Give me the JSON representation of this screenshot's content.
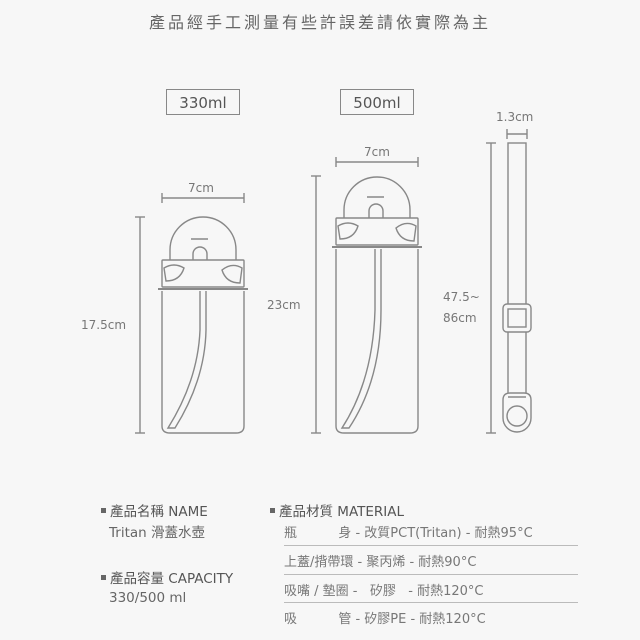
{
  "header": {
    "note": "產品經手工測量有些許誤差請依實際為主"
  },
  "diagram": {
    "small_bottle": {
      "capacity_label": "330ml",
      "width_label": "7cm",
      "height_label": "17.5cm"
    },
    "large_bottle": {
      "capacity_label": "500ml",
      "width_label": "7cm",
      "height_label": "23cm"
    },
    "strap": {
      "width_label": "1.3cm",
      "length_label_line1": "47.5~",
      "length_label_line2": "86cm"
    }
  },
  "specs": {
    "name": {
      "heading": "產品名稱 NAME",
      "value": "Tritan 滑蓋水壺"
    },
    "capacity": {
      "heading": "產品容量 CAPACITY",
      "value": "330/500 ml"
    },
    "material": {
      "heading": "產品材質  MATERIAL",
      "rows": [
        {
          "part": "瓶          身",
          "text": "瓶          身 - 改質PCT(Tritan) - 耐熱95°C"
        },
        {
          "part": "上蓋/揹帶環",
          "text": "上蓋/揹帶環 - 聚丙烯 - 耐熱90°C"
        },
        {
          "part": "吸嘴 / 墊圈",
          "text": "吸嘴 / 墊圈 -   矽膠   - 耐熱120°C"
        },
        {
          "part": "吸          管",
          "text": "吸          管 - 矽膠PE - 耐熱120°C"
        }
      ]
    }
  },
  "colors": {
    "background": "#f7f7f7",
    "line": "#888888",
    "text": "#666666"
  }
}
